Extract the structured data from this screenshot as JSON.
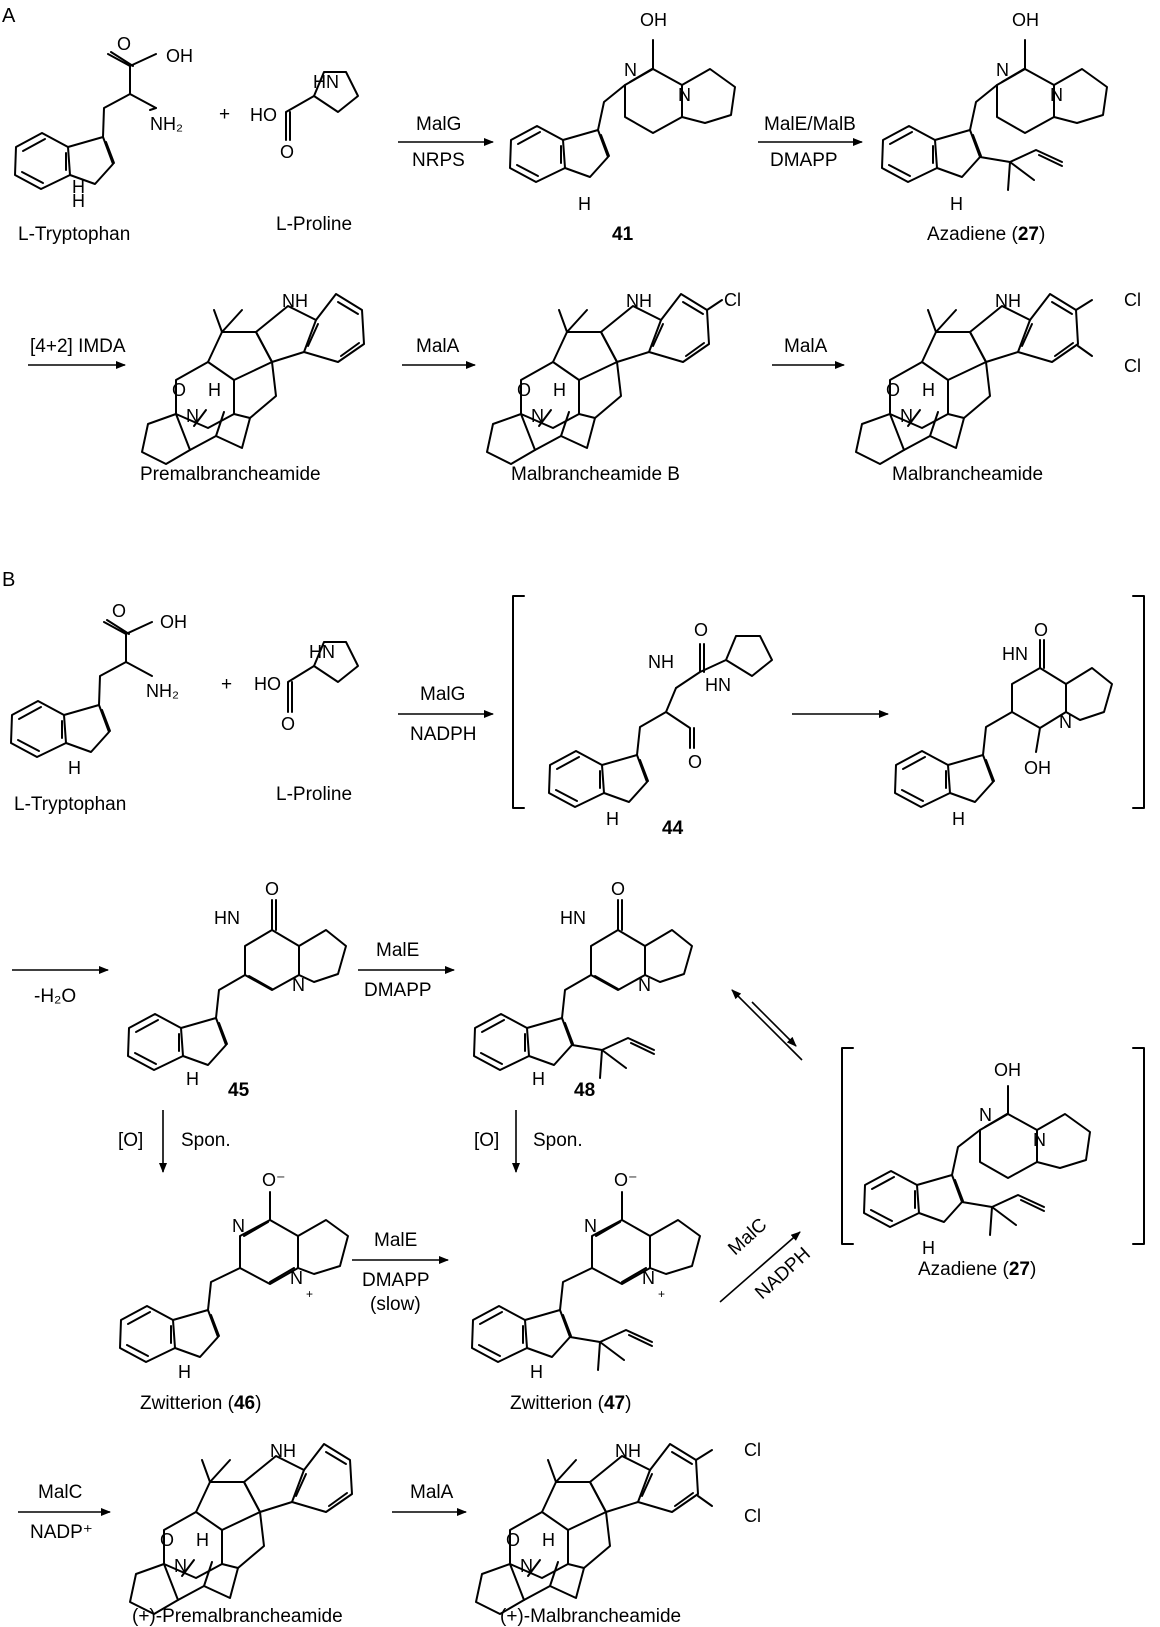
{
  "panels": {
    "a": "A",
    "b": "B"
  },
  "atoms": {
    "oh": "OH",
    "o": "O",
    "o_minus": "O⁻",
    "nh": "NH",
    "hn": "HN",
    "ho": "HO",
    "n": "N",
    "n_plus": "N",
    "plus": "+",
    "h": "H",
    "nh2": "NH₂",
    "cl": "Cl"
  },
  "panel_a": {
    "tryptophan": "L-Tryptophan",
    "proline": "L-Proline",
    "plus": "+",
    "compound_41": "41",
    "azadiene_prefix": "Azadiene (",
    "azadiene_number": "27",
    "azadiene_suffix": ")",
    "arrow1_top": "MalG",
    "arrow1_bottom": "NRPS",
    "arrow2_top": "MalE/MalB",
    "arrow2_bottom": "DMAPP",
    "arrow3_top": "[4+2] IMDA",
    "arrow4_top": "MalA",
    "arrow5_top": "MalA",
    "premalbrancheamide": "Premalbrancheamide",
    "malbrancheamide_b": "Malbrancheamide B",
    "malbrancheamide": "Malbrancheamide"
  },
  "panel_b": {
    "tryptophan": "L-Tryptophan",
    "proline": "L-Proline",
    "plus": "+",
    "arrow1_top": "MalG",
    "arrow1_bottom": "NADPH",
    "compound_44": "44",
    "arrow_dehydration": "-H₂O",
    "compound_45": "45",
    "arrow_male_top": "MalE",
    "arrow_male_bottom": "DMAPP",
    "compound_48": "48",
    "ox_left": "[O]",
    "spon_left": "Spon.",
    "ox_right": "[O]",
    "spon_right": "Spon.",
    "zwitterion_46_prefix": "Zwitterion (",
    "zwitterion_46_number": "46",
    "zwitterion_46_suffix": ")",
    "arrow_male2_top": "MalE",
    "arrow_male2_mid": "DMAPP",
    "arrow_male2_bottom": "(slow)",
    "zwitterion_47_prefix": "Zwitterion (",
    "zwitterion_47_number": "47",
    "zwitterion_47_suffix": ")",
    "arrow_malc_top": "MalC",
    "arrow_malc_bottom": "NADPH",
    "azadiene_prefix": "Azadiene (",
    "azadiene_number": "27",
    "azadiene_suffix": ")",
    "arrow_malc2_top": "MalC",
    "arrow_malc2_bottom": "NADP⁺",
    "arrow_mala": "MalA",
    "premalbrancheamide": "(+)-Premalbrancheamide",
    "malbrancheamide": "(+)-Malbrancheamide"
  }
}
